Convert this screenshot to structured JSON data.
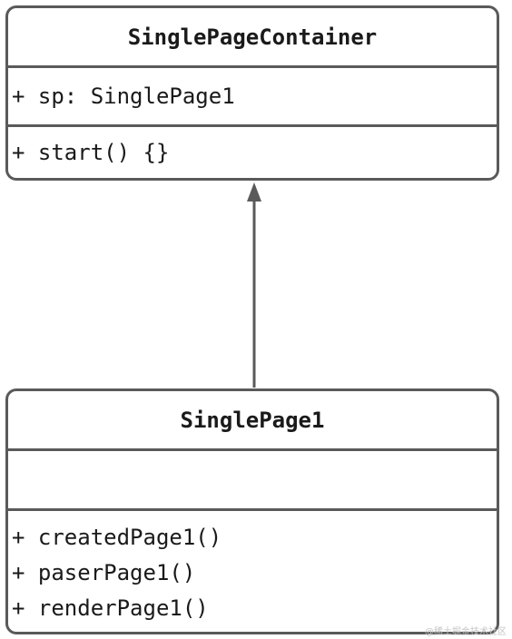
{
  "classes": {
    "container": {
      "name": "SinglePageContainer",
      "attributes": [
        "+ sp: SinglePage1"
      ],
      "methods": [
        "+ start() {}"
      ]
    },
    "page": {
      "name": "SinglePage1",
      "attributes": [],
      "methods": [
        "+ createdPage1()",
        "+ paserPage1()",
        "+ renderPage1()"
      ]
    }
  },
  "relation": {
    "type": "association",
    "from": "SinglePage1",
    "to": "SinglePageContainer"
  },
  "watermark": "@稀土掘金技术社区",
  "colors": {
    "stroke": "#5a5a5a",
    "text": "#1a1a1a"
  }
}
